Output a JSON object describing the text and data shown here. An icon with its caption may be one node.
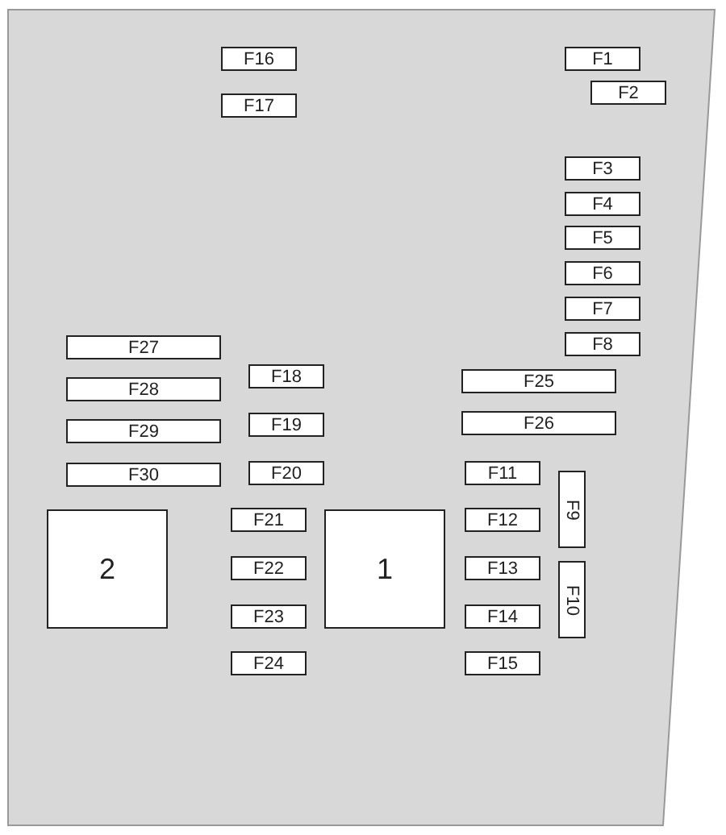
{
  "diagram": {
    "nodes": [
      {
        "text": [
          "F16"
        ]
      },
      {
        "text": [
          "F1"
        ]
      },
      {
        "text": [
          "F2"
        ]
      },
      {
        "text": [
          "F17"
        ]
      },
      {
        "text": [
          "F3"
        ]
      },
      {
        "text": [
          "F4"
        ]
      },
      {
        "text": [
          "F5"
        ]
      },
      {
        "text": [
          "F6"
        ]
      },
      {
        "text": [
          "F7"
        ]
      },
      {
        "text": [
          "F8"
        ]
      },
      {
        "text": [
          "F27"
        ]
      },
      {
        "text": [
          "F18"
        ]
      },
      {
        "text": [
          "F25"
        ]
      },
      {
        "text": [
          "F28"
        ]
      },
      {
        "text": [
          "F19"
        ]
      },
      {
        "text": [
          "F26"
        ]
      },
      {
        "text": [
          "F29"
        ]
      },
      {
        "text": [
          "F20"
        ]
      },
      {
        "text": [
          "F11"
        ]
      },
      {
        "text": [
          "F30"
        ]
      },
      {
        "text": [
          "F9"
        ]
      },
      {
        "text": [
          "2"
        ]
      },
      {
        "text": [
          "F21"
        ]
      },
      {
        "text": [
          "1"
        ]
      },
      {
        "text": [
          "F12"
        ]
      },
      {
        "text": [
          "F22"
        ]
      },
      {
        "text": [
          "F13"
        ]
      },
      {
        "text": [
          "F10"
        ]
      },
      {
        "text": [
          "F23"
        ]
      },
      {
        "text": [
          "F14"
        ]
      },
      {
        "text": [
          "F24"
        ]
      },
      {
        "text": [
          "F15"
        ]
      }
    ]
  }
}
